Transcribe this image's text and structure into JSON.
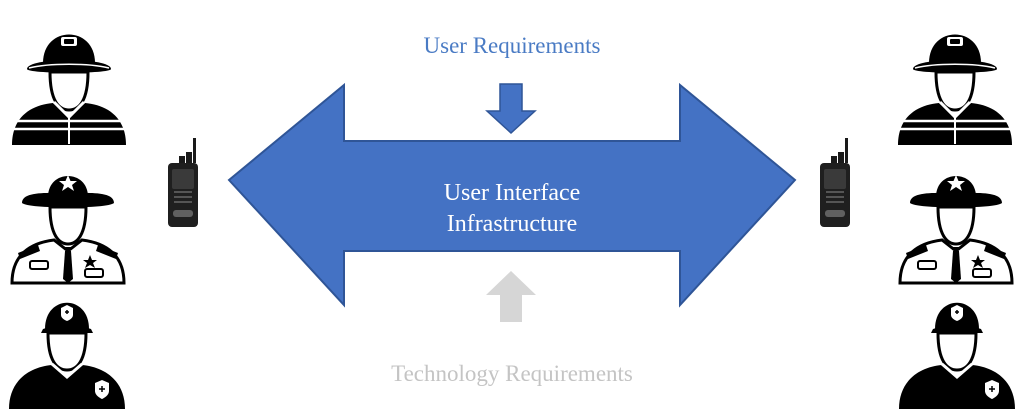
{
  "top_label": "User Requirements",
  "center_label": {
    "line1": "User Interface",
    "line2": "Infrastructure"
  },
  "bottom_label": "Technology Requirements",
  "colors": {
    "arrow": "#4472c4",
    "arrow_outline": "#2f5597",
    "user_req_text": "#4a7bc4",
    "tech_req": "#d6d6d6",
    "tech_req_text": "#c4c4c4",
    "figure": "#000000"
  },
  "icons": {
    "left": [
      "firefighter-icon",
      "sheriff-icon",
      "security-guard-icon"
    ],
    "right": [
      "firefighter-icon",
      "sheriff-icon",
      "security-guard-icon"
    ],
    "radio": "two-way-radio-icon"
  }
}
